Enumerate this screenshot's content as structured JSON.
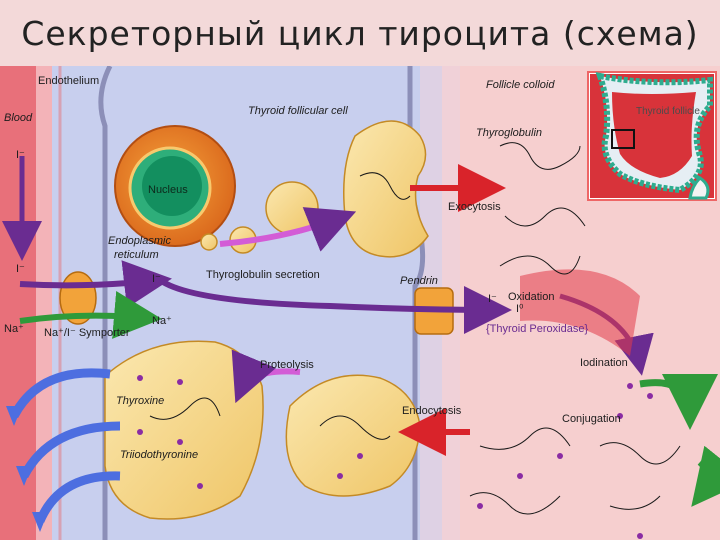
{
  "title": "Секреторный цикл тироцита (схема)",
  "labels": {
    "endothelium": "Endothelium",
    "blood": "Blood",
    "iodide_1": "I⁻",
    "iodide_2": "I⁻",
    "iodide_3": "I⁻",
    "iodide_4": "I⁻",
    "iodine": "I⁰",
    "thyroid_follicular_cell": "Thyroid follicular cell",
    "follicle_colloid": "Follicle colloid",
    "thyroid_follicle": "Thyroid follicle",
    "nucleus": "Nucleus",
    "thyroglobulin": "Thyroglobulin",
    "exocytosis": "Exocytosis",
    "endoplasmic_reticulum_1": "Endoplasmic",
    "endoplasmic_reticulum_2": "reticulum",
    "thyroglobulin_secretion": "Thyroglobulin secretion",
    "pendrin": "Pendrin",
    "oxidation": "Oxidation",
    "thyroid_peroxidase": "{Thyroid Peroxidase}",
    "na_left": "Na⁺",
    "na_right": "Na⁺",
    "symporter": "Na⁺/I⁻ Symporter",
    "proteolysis": "Proteolysis",
    "iodination": "Iodination",
    "thyroxine": "Thyroxine",
    "triiodothyronine": "Triiodothyronine",
    "endocytosis": "Endocytosis",
    "conjugation": "Conjugation"
  },
  "colors": {
    "blood": "#e8707a",
    "cell": "#c8cfee",
    "colloid": "#f6cfcf",
    "vesicle": "#f6dc8e",
    "arrow_purple": "#6a2c91",
    "arrow_red": "#d9232a",
    "arrow_blue": "#4d6ee0",
    "arrow_green": "#2f9a3a"
  }
}
